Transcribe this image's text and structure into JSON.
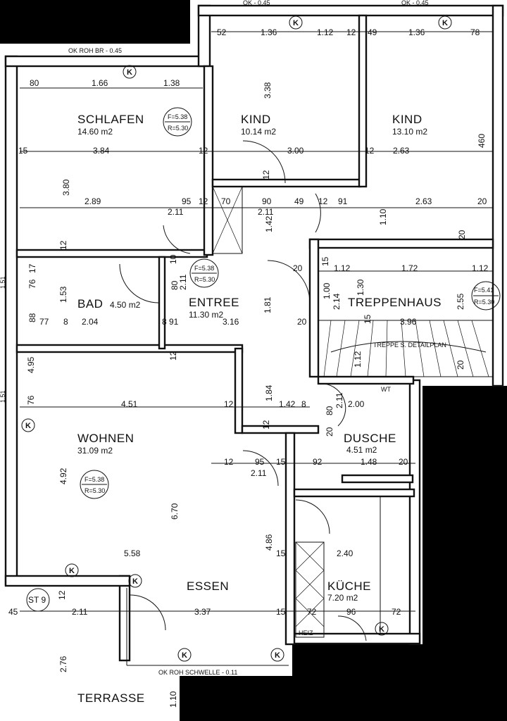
{
  "rooms": {
    "schlafen": {
      "name": "SCHLAFEN",
      "area": "14.60 m2"
    },
    "kind1": {
      "name": "KIND",
      "area": "10.14 m2"
    },
    "kind2": {
      "name": "KIND",
      "area": "13.10 m2"
    },
    "bad": {
      "name": "BAD",
      "area": "4.50 m2"
    },
    "entree": {
      "name": "ENTREE",
      "area": "11.30 m2"
    },
    "treppenhaus": {
      "name": "TREPPENHAUS"
    },
    "wohnen": {
      "name": "WOHNEN",
      "area": "31.09 m2"
    },
    "dusche": {
      "name": "DUSCHE",
      "area": "4.51 m2"
    },
    "essen": {
      "name": "ESSEN"
    },
    "kueche": {
      "name": "KÜCHE",
      "area": "7.20 m2"
    },
    "terrasse": {
      "name": "TERRASSE"
    }
  },
  "badges": {
    "schlafen": {
      "f": "F=5.38",
      "r": "R=5.30"
    },
    "entree": {
      "f": "F=5.38",
      "r": "R=5.30"
    },
    "treppe": {
      "f": "F=5.41",
      "r": "R=5.30"
    },
    "wohnen": {
      "f": "F=5.38",
      "r": "R=5.30"
    }
  },
  "st_label": "ST 9",
  "k_marker": "K",
  "notes": {
    "ok_top1": "OK - 0.45",
    "ok_top2": "OK - 0.45",
    "ok_roh": "OK ROH BR - 0.45",
    "schwelle": "OK ROH SCHWELLE - 0.11",
    "treppe": "TREPPE S. DETAILPLAN",
    "wt": "WT",
    "heiz": "HEIZ",
    "left1": "1.51",
    "left2": "1.51"
  },
  "dims": {
    "d52": "52",
    "d136a": "1.36",
    "d112a": "1.12",
    "d12a": "12",
    "d49": "49",
    "d136b": "1.36",
    "d78": "78",
    "d80a": "80",
    "d166": "1.66",
    "d138": "1.38",
    "d338": "3.38",
    "d460": "460",
    "d15a": "15",
    "d384": "3.84",
    "d12b": "12",
    "d300": "3.00",
    "d12c": "12",
    "d263a": "2.63",
    "d380": "3.80",
    "d12d": "12",
    "d289": "2.89",
    "d95a": "95",
    "d12e": "12",
    "d70": "70",
    "d90": "90",
    "d49b": "49",
    "d12f": "12",
    "d91": "91",
    "d263b": "2.63",
    "d20a": "20",
    "d211a": "2.11",
    "d211b": "2.11",
    "d110": "1.10",
    "d20b": "20",
    "d142": "1.42",
    "d12g": "12",
    "d10": "10",
    "d20c": "20",
    "d15b": "15",
    "d112b": "1.12",
    "d172": "1.72",
    "d112c": "1.12",
    "d76": "76",
    "d17": "17",
    "d153": "1.53",
    "d80b": "80",
    "d211c": "2.11",
    "d181": "1.81",
    "d100": "1.00",
    "d214": "2.14",
    "d130": "1.30",
    "d255": "2.55",
    "d88": "88",
    "d77": "77",
    "d8": "8",
    "d204": "2.04",
    "d891": "8",
    "d91b": "91",
    "d316": "3.16",
    "d20d": "20",
    "d15c": "15",
    "d396": "3.96",
    "d12h": "12",
    "d495": "4.95",
    "d112d": "1.12",
    "d20e": "20",
    "d76b": "76",
    "d451": "4.51",
    "d12i": "12",
    "d184": "1.84",
    "d142b": "1.42",
    "d8b": "8",
    "d80c": "80",
    "d211d": "2.11",
    "d200": "2.00",
    "d12j": "12",
    "d20f": "20",
    "d492": "4.92",
    "d12k": "12",
    "d95b": "95",
    "d15d": "15",
    "d92": "92",
    "d148": "1.48",
    "d20g": "20",
    "d211e": "2.11",
    "d670": "6.70",
    "d486": "4.86",
    "d15e": "15",
    "d558": "5.58",
    "d240": "2.40",
    "d12l": "12",
    "d45": "45",
    "d211f": "2.11",
    "d337": "3.37",
    "d15f": "15",
    "d72a": "72",
    "d96": "96",
    "d72b": "72",
    "d276": "2.76",
    "d110b": "1.10"
  }
}
